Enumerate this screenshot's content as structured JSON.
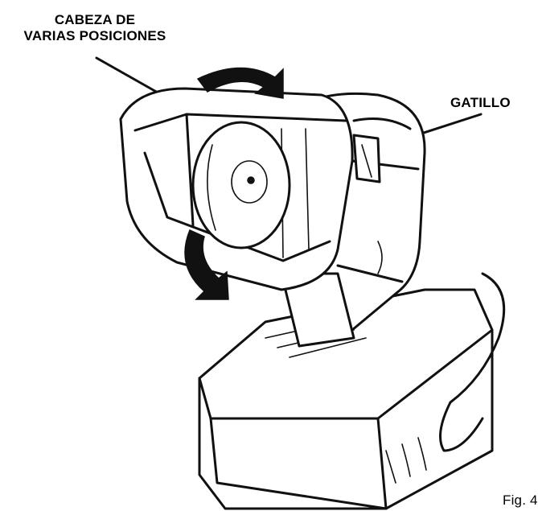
{
  "labels": {
    "head_line1": "CABEZA DE",
    "head_line2": "VARIAS POSICIONES",
    "trigger": "GATILLO",
    "figure_number": "Fig. 4"
  }
}
